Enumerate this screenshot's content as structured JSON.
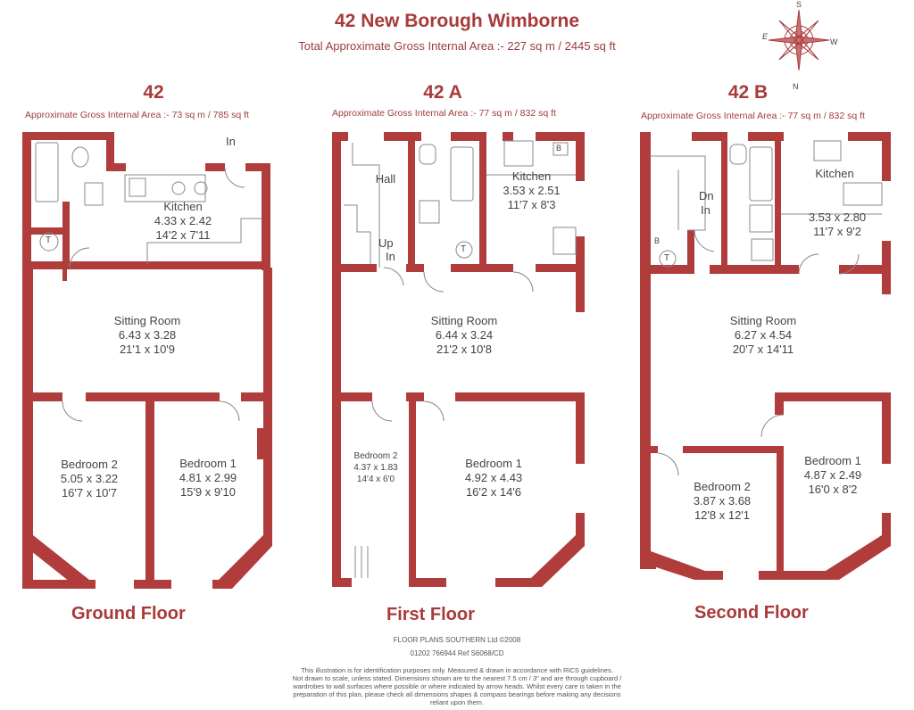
{
  "header": {
    "title": "42 New Borough Wimborne",
    "subtitle": "Total Approximate Gross Internal Area  :-   227 sq m  /  2445 sq ft"
  },
  "compass": {
    "labels": [
      "S",
      "E",
      "W",
      "N"
    ]
  },
  "units": [
    {
      "title": "42",
      "area": "Approximate Gross Internal Area  :-   73 sq m  /  785 sq ft",
      "floor": "Ground Floor",
      "rooms": [
        {
          "name": "Kitchen",
          "dims1": "4.33 x 2.42",
          "dims2": "14'2 x 7'11"
        },
        {
          "name": "Sitting Room",
          "dims1": "6.43 x 3.28",
          "dims2": "21'1 x 10'9"
        },
        {
          "name": "Bedroom 2",
          "dims1": "5.05 x 3.22",
          "dims2": "16'7 x 10'7"
        },
        {
          "name": "Bedroom 1",
          "dims1": "4.81 x 2.99",
          "dims2": "15'9 x 9'10"
        }
      ],
      "tags": {
        "in": "In",
        "t": "T"
      }
    },
    {
      "title": "42 A",
      "area": "Approximate Gross Internal Area  :-   77 sq m  /  832 sq ft",
      "floor": "First Floor",
      "rooms": [
        {
          "name": "Hall"
        },
        {
          "name": "Kitchen",
          "dims1": "3.53 x 2.51",
          "dims2": "11'7 x 8'3"
        },
        {
          "name": "Sitting Room",
          "dims1": "6.44 x 3.24",
          "dims2": "21'2 x 10'8"
        },
        {
          "name": "Bedroom 2",
          "dims1": "4.37 x 1.83",
          "dims2": "14'4 x 6'0"
        },
        {
          "name": "Bedroom 1",
          "dims1": "4.92 x 4.43",
          "dims2": "16'2 x 14'6"
        }
      ],
      "tags": {
        "up": "Up",
        "in": "In",
        "t": "T",
        "b": "B"
      }
    },
    {
      "title": "42 B",
      "area": "Approximate Gross Internal Area  :-   77 sq m  /  832 sq ft",
      "floor": "Second Floor",
      "rooms": [
        {
          "name": "Kitchen",
          "dims1": "3.53 x 2.80",
          "dims2": "11'7 x 9'2"
        },
        {
          "name": "Sitting Room",
          "dims1": "6.27 x 4.54",
          "dims2": "20'7 x 14'11"
        },
        {
          "name": "Bedroom 2",
          "dims1": "3.87 x 3.68",
          "dims2": "12'8 x 12'1"
        },
        {
          "name": "Bedroom 1",
          "dims1": "4.87 x 2.49",
          "dims2": "16'0 x 8'2"
        }
      ],
      "tags": {
        "dn": "Dn",
        "in": "In",
        "t": "T",
        "b": "B"
      }
    }
  ],
  "footer": {
    "company": "FLOOR PLANS SOUTHERN Ltd    ©2008",
    "ref": "01202 766944      Ref   S6068/CD",
    "disclaimer": [
      "This illustration is for identification purposes only. Measured & drawn in accordance with RICS guidelines.",
      "Not drawn to scale, unless stated. Dimensions shown are to the nearest 7.5 cm / 3\" and are through cupboard /",
      "wardrobes to wall surfaces where possible or where indicated by arrow heads. Whilst every care is taken in the",
      "preparation of this plan, please check all dimensions shapes & compass bearings before making any decisions",
      "reliant upon them."
    ]
  },
  "colors": {
    "wall": "#b13c3c",
    "text_accent": "#a83a3a",
    "line": "#888888"
  }
}
